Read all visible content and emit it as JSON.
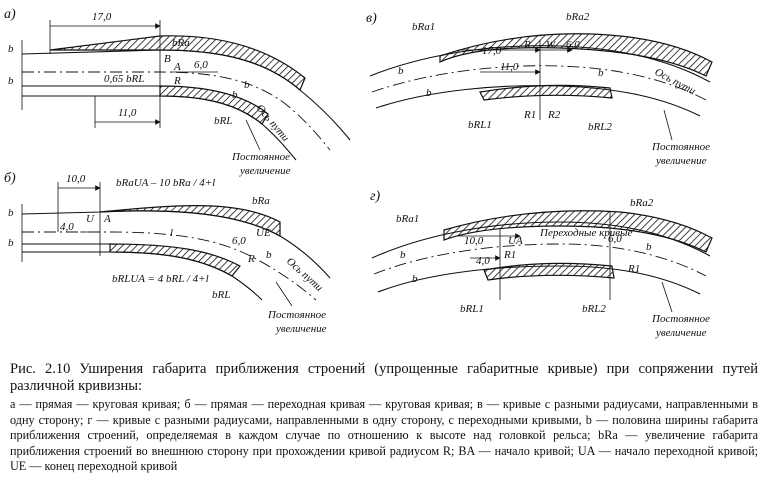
{
  "figure": {
    "panels": {
      "a": {
        "letter": "а)",
        "dim_top": "17,0",
        "dim_bottom": "11,0",
        "labels": [
          "b",
          "b",
          "B",
          "A",
          "R",
          "6,0",
          "0,65 bRL",
          "bRa",
          "bRL",
          "b",
          "b",
          "Ось пути"
        ],
        "note": [
          "Постоянное",
          "увеличение"
        ]
      },
      "b": {
        "letter": "б)",
        "dim_top": "10,0",
        "dim_small": "4,0",
        "formula_top": "bRaUA – 10 bRa / 4+l",
        "formula_bottom": "bRLUA = 4 bRL / 4+l",
        "labels": [
          "b",
          "b",
          "U",
          "A",
          "l",
          "6,0",
          "UE",
          "R",
          "bRa",
          "bRL",
          "b",
          "Ось пути"
        ],
        "note": [
          "Постоянное",
          "увеличение"
        ]
      },
      "v": {
        "letter": "в)",
        "dim_top": "17,0",
        "dim_mid": "11,0",
        "labels": [
          "bRa1",
          "bRa2",
          "R",
          "W",
          "6,0",
          "b",
          "b",
          "b",
          "R1",
          "R2",
          "bRL1",
          "bRL2",
          "Ось пути"
        ],
        "note": [
          "Постоянное",
          "увеличение"
        ]
      },
      "g": {
        "letter": "г)",
        "dim_top": "10,0",
        "dim_small": "4,0",
        "labels": [
          "bRa1",
          "bRa2",
          "UA",
          "R1",
          "R1",
          "6,0",
          "b",
          "b",
          "b",
          "bRL1",
          "bRL2",
          "Переходные кривые"
        ],
        "note": [
          "Постоянное",
          "увеличение"
        ]
      }
    }
  },
  "caption": {
    "title": "Рис. 2.10 Уширения габарита приближения строений (упрощенные габаритные кривые) при сопряжении путей различной кривизны:",
    "legend": "а — прямая — круговая кривая; б — прямая — переходная кривая — круговая кривая; в — кривые с разными радиусами, направленными в одну сторону; г — кривые с разными радиусами, направленными в одну сторону, с переходными кривыми, b — половина ширины габарита приближения строений, определяемая в каждом случае по отношению к высоте над головкой рельса; bRa — увеличение габарита приближения строений во внешнюю сторону при прохождении кривой радиусом R; BA — начало кривой; UA — начало переходной кривой; UE — конец переходной кривой"
  }
}
